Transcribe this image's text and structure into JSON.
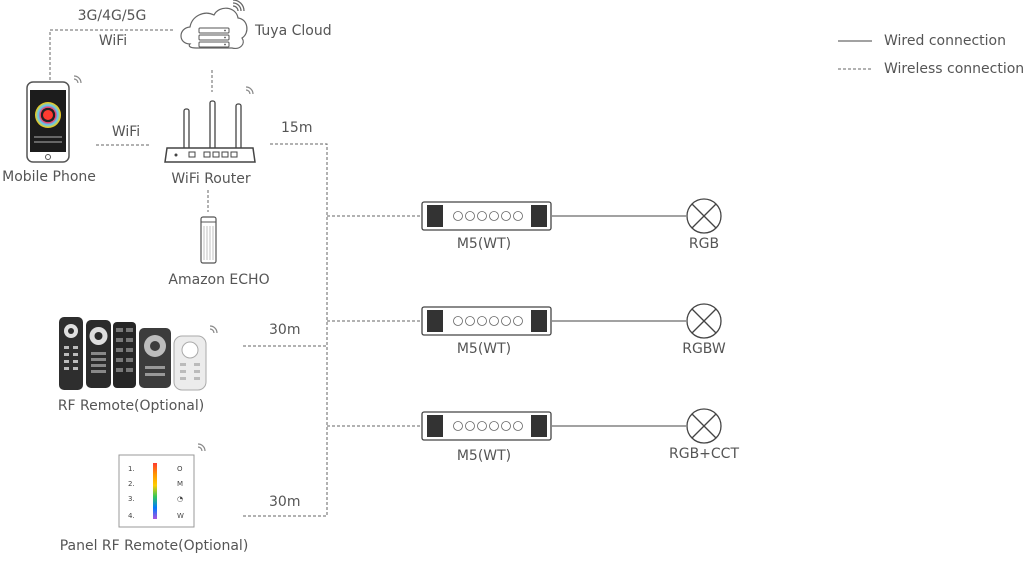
{
  "cloud": {
    "label": "Tuya Cloud"
  },
  "network": {
    "cellular": "3G/4G/5G",
    "wifi_top": "WiFi",
    "wifi_link": "WiFi"
  },
  "devices": {
    "phone": "Mobile Phone",
    "router": "WiFi Router",
    "echo": "Amazon ECHO",
    "rf_remote": "RF Remote(Optional)",
    "panel_remote": "Panel RF Remote(Optional)"
  },
  "distances": {
    "router": "15m",
    "rf_remote": "30m",
    "panel_remote": "30m"
  },
  "controllers": [
    {
      "model": "M5(WT)",
      "load": "RGB"
    },
    {
      "model": "M5(WT)",
      "load": "RGBW"
    },
    {
      "model": "M5(WT)",
      "load": "RGB+CCT"
    }
  ],
  "panel_keys": {
    "left": [
      "1.",
      "2.",
      "3.",
      "4."
    ],
    "right": [
      "O",
      "M",
      "◔",
      "W"
    ]
  },
  "legend": {
    "wired": "Wired connection",
    "wireless": "Wireless connection"
  },
  "colors": {
    "line": "#555555",
    "device": "#3a3a3a",
    "remote_light": "#e6e6e6"
  }
}
